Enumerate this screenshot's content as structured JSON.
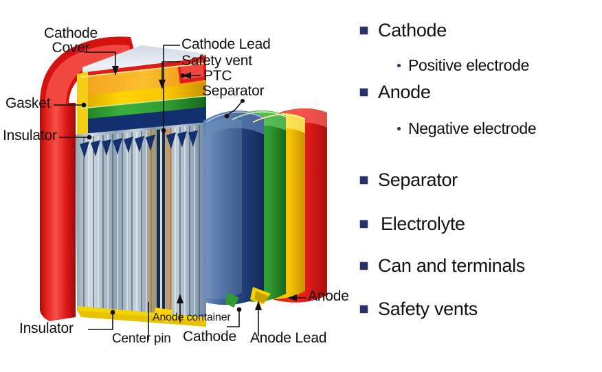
{
  "background": "#ffffff",
  "diagram": {
    "title": "Lithium-ion cylindrical cell cutaway",
    "accent_colors": {
      "can_red": "#e01b18",
      "cathode_orange": "#f0901c",
      "cathode_yellow": "#f5d500",
      "separator_green": "#2f9b32",
      "anode_blue": "#1b3878",
      "steel_grey": "#b9c4cc",
      "bullet_navy": "#27306b"
    },
    "callouts": [
      {
        "id": "cathode-cover",
        "line1": "Cathode",
        "line2": "Cover"
      },
      {
        "id": "cathode-lead",
        "text": "Cathode Lead"
      },
      {
        "id": "safety-vent",
        "text": "Safety vent"
      },
      {
        "id": "ptc",
        "text": "PTC"
      },
      {
        "id": "separator",
        "text": "Separator"
      },
      {
        "id": "gasket",
        "text": "Gasket"
      },
      {
        "id": "insulator-top",
        "text": "Insulator"
      },
      {
        "id": "insulator-bottom",
        "text": "Insulator"
      },
      {
        "id": "center-pin",
        "text": "Center pin"
      },
      {
        "id": "anode-container",
        "text": "Anode container"
      },
      {
        "id": "cathode-bottom",
        "text": "Cathode"
      },
      {
        "id": "anode-lead",
        "text": "Anode Lead"
      },
      {
        "id": "anode",
        "text": "Anode"
      }
    ]
  },
  "bullets": {
    "items": [
      {
        "label": "Cathode",
        "sub": "Positive electrode"
      },
      {
        "label": "Anode",
        "sub": "Negative electrode"
      },
      {
        "label": "Separator",
        "sub": null
      },
      {
        "label": "Electrolyte",
        "sub": null
      },
      {
        "label": "Can and terminals",
        "sub": null
      },
      {
        "label": "Safety vents",
        "sub": null
      }
    ]
  }
}
